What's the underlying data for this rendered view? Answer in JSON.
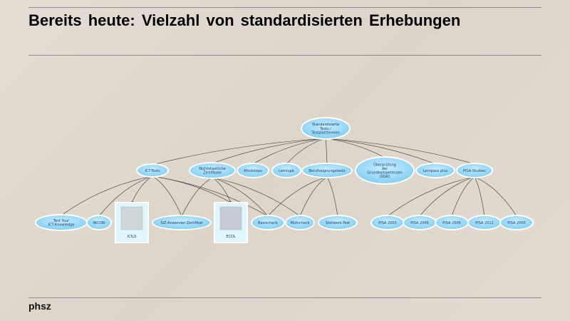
{
  "slide": {
    "title": "Bereits heute: Vielzahl von standardisierten Erhebungen",
    "footer": "phsz"
  },
  "diagram": {
    "root": {
      "id": "root",
      "lines": [
        "Standardisierte",
        "Tests /",
        "Testplattformen"
      ]
    },
    "level1": [
      {
        "id": "ict",
        "lines": [
          "ICT-Tests"
        ]
      },
      {
        "id": "nicht",
        "lines": [
          "Nichtstaatliche",
          "Zertifikate"
        ]
      },
      {
        "id": "mind",
        "lines": [
          "Mindsteps"
        ]
      },
      {
        "id": "lern",
        "lines": [
          "Lernlupe"
        ]
      },
      {
        "id": "beruf",
        "lines": [
          "Berufseignungstests"
        ]
      },
      {
        "id": "ugk",
        "lines": [
          "Überprüfung",
          "der",
          "Grundkompetenzen",
          "(ÜGK)"
        ]
      },
      {
        "id": "lernpass",
        "lines": [
          "Lernpass plus"
        ]
      },
      {
        "id": "pisa",
        "lines": [
          "PISA-Studien"
        ]
      }
    ],
    "level2": [
      {
        "id": "tyk",
        "lines": [
          "Test Your",
          "ICT-Knowledge"
        ]
      },
      {
        "id": "incobi",
        "lines": [
          "INCOBI"
        ]
      },
      {
        "id": "icils",
        "lines": [
          "ICILS"
        ]
      },
      {
        "id": "siz",
        "lines": [
          "SIZ-Anwender-Zertifikat"
        ]
      },
      {
        "id": "ecdl",
        "lines": [
          "ECDL"
        ]
      },
      {
        "id": "basic",
        "lines": [
          "Basischeck"
        ]
      },
      {
        "id": "multi",
        "lines": [
          "Multicheck"
        ]
      },
      {
        "id": "stell",
        "lines": [
          "Stellwerk-Test"
        ]
      },
      {
        "id": "p2003",
        "lines": [
          "PISA 2003"
        ]
      },
      {
        "id": "p2006",
        "lines": [
          "PISA 2006"
        ]
      },
      {
        "id": "p2009",
        "lines": [
          "PISA 2009"
        ]
      },
      {
        "id": "p2012",
        "lines": [
          "PISA 2012"
        ]
      },
      {
        "id": "p2000",
        "lines": [
          "PISA 2000"
        ]
      }
    ],
    "edges": [
      [
        "root",
        "ict"
      ],
      [
        "root",
        "nicht"
      ],
      [
        "root",
        "mind"
      ],
      [
        "root",
        "lern"
      ],
      [
        "root",
        "beruf"
      ],
      [
        "root",
        "ugk"
      ],
      [
        "root",
        "lernpass"
      ],
      [
        "root",
        "pisa"
      ],
      [
        "ict",
        "tyk"
      ],
      [
        "ict",
        "incobi"
      ],
      [
        "ict",
        "icils"
      ],
      [
        "ict",
        "siz"
      ],
      [
        "ict",
        "ecdl"
      ],
      [
        "ict",
        "basic"
      ],
      [
        "nicht",
        "siz"
      ],
      [
        "nicht",
        "ecdl"
      ],
      [
        "nicht",
        "basic"
      ],
      [
        "nicht",
        "multi"
      ],
      [
        "beruf",
        "basic"
      ],
      [
        "beruf",
        "multi"
      ],
      [
        "beruf",
        "stell"
      ],
      [
        "pisa",
        "p2003"
      ],
      [
        "pisa",
        "p2006"
      ],
      [
        "pisa",
        "p2009"
      ],
      [
        "pisa",
        "p2012"
      ],
      [
        "pisa",
        "p2000"
      ]
    ]
  }
}
